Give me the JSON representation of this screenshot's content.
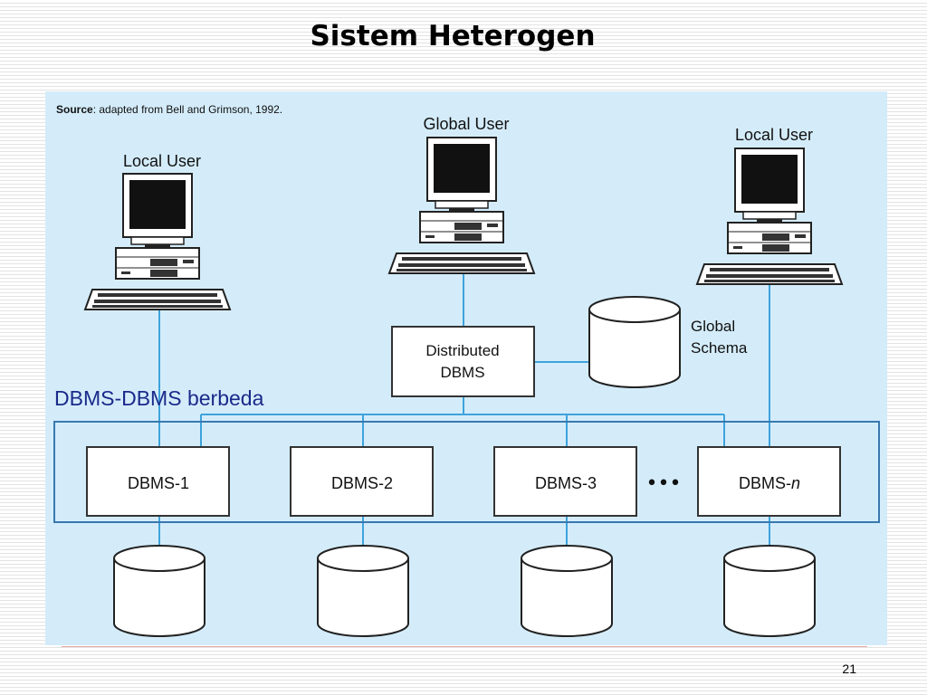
{
  "slide": {
    "title": "Sistem Heterogen",
    "page_number": "21"
  },
  "diagram": {
    "source_label": "Source",
    "source_text": ": adapted from Bell and Grimson, 1992.",
    "users": {
      "left": "Local User",
      "center": "Global User",
      "right": "Local User"
    },
    "distributed_dbms": {
      "line1": "Distributed",
      "line2": "DBMS"
    },
    "global_schema": {
      "line1": "Global",
      "line2": "Schema"
    },
    "annotation": "DBMS-DBMS berbeda",
    "dbms_boxes": [
      "DBMS-1",
      "DBMS-2",
      "DBMS-3"
    ],
    "dbms_n_prefix": "DBMS-",
    "dbms_n_suffix": "n",
    "ellipsis": "•••"
  },
  "colors": {
    "panel": "#d4ecfa",
    "connector": "#3ea3dc",
    "frame": "#3878b0",
    "annotation_text": "#1a2a8a"
  }
}
